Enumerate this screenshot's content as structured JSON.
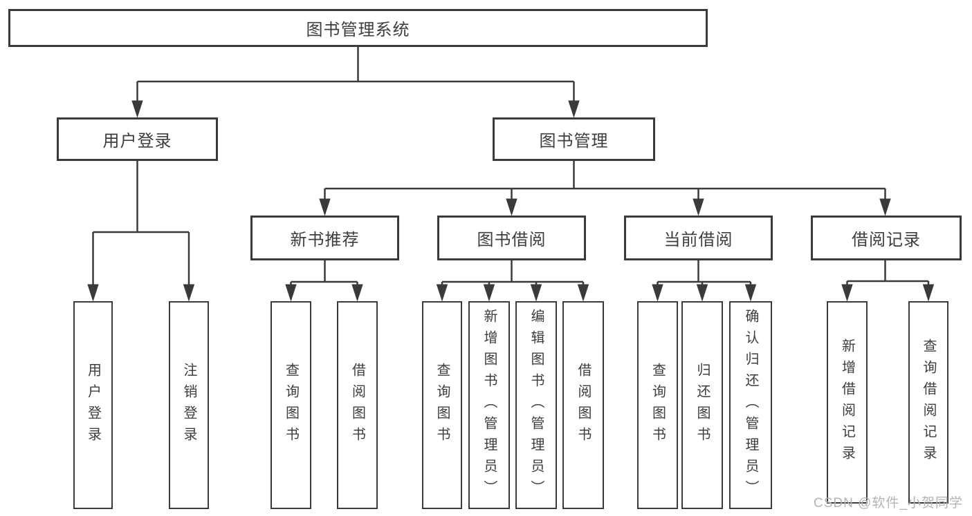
{
  "nodes": {
    "root": "图书管理系统",
    "user_login": "用户登录",
    "book_management": "图书管理",
    "new_book_recommend": "新书推荐",
    "book_borrow": "图书借阅",
    "current_borrow": "当前借阅",
    "borrow_records": "借阅记录"
  },
  "leaves": {
    "user_login": [
      "用户登录",
      "注销登录"
    ],
    "new_book_recommend": [
      "查询图书",
      "借阅图书"
    ],
    "book_borrow": [
      "查询图书",
      "新增图书（管理员）",
      "编辑图书（管理员）",
      "借阅图书"
    ],
    "current_borrow": [
      "查询图书",
      "归还图书",
      "确认归还（管理员）"
    ],
    "borrow_records": [
      "新增借阅记录",
      "查询借阅记录"
    ]
  },
  "watermark": "CSDN @软件_小贺同学",
  "colors": {
    "line": "#3a3a3a",
    "text": "#3d3d3d",
    "background": "#ffffff",
    "watermark": "#b3b3b3"
  }
}
